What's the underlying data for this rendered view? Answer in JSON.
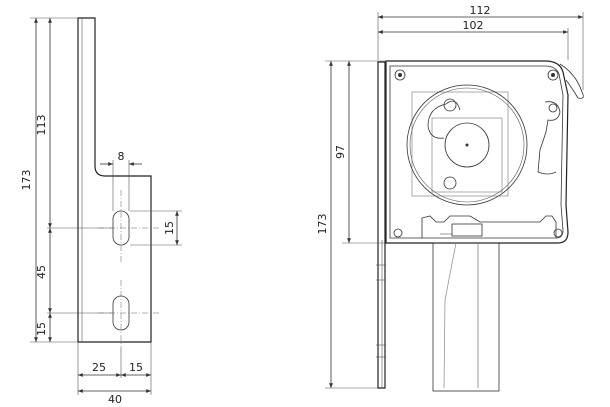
{
  "left_view": {
    "dim_173": "173",
    "dim_113": "113",
    "dim_45": "45",
    "dim_15_bottom": "15",
    "dim_8": "8",
    "dim_15_slot": "15",
    "dim_25": "25",
    "dim_15_width": "15",
    "dim_40": "40"
  },
  "right_view": {
    "dim_112": "112",
    "dim_102": "102",
    "dim_97": "97",
    "dim_173": "173"
  }
}
